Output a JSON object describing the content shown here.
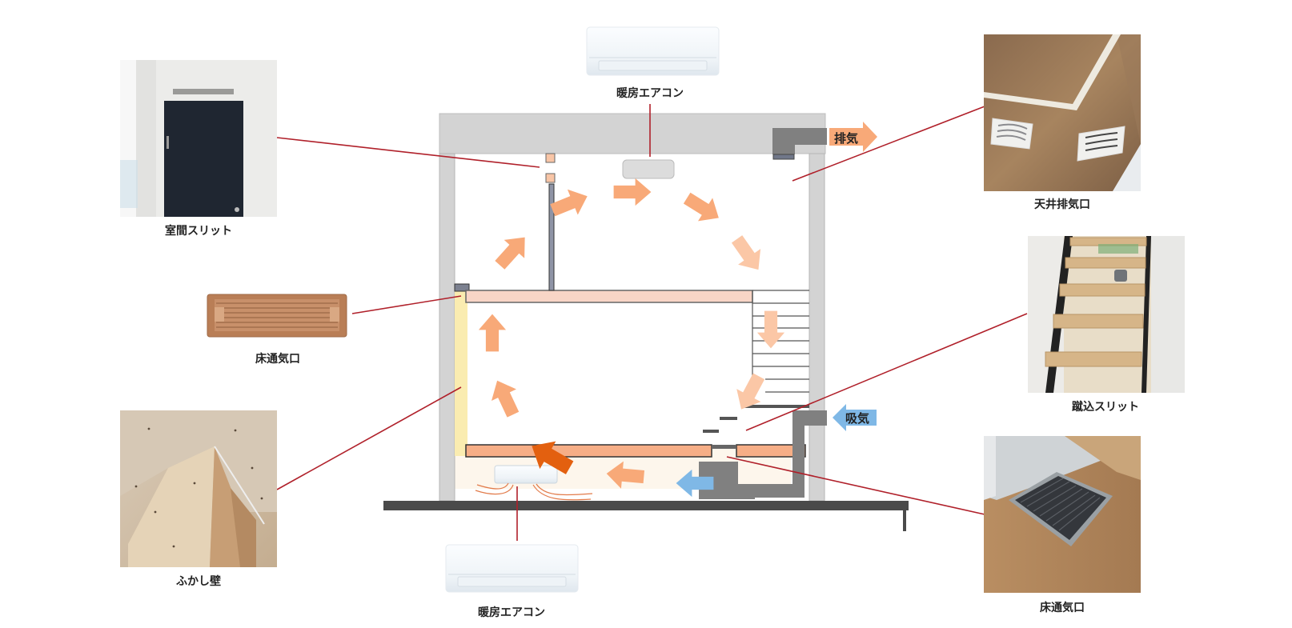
{
  "diagram": {
    "title": "2F-1F air circulation cross-section",
    "colors": {
      "structure_gray": "#d3d3d3",
      "duct_gray": "#808080",
      "leader_line": "#b0202a",
      "warm_arrow": "#f8a978",
      "warm_arrow_light": "#fbc7a6",
      "strong_arrow": "#e3600f",
      "intake_arrow": "#7fb8e6",
      "floor_panel": "#f6ae86",
      "upper_floor_panel": "#f8d5c6",
      "insulation": "#faecb0",
      "ground": "#4a4a4a"
    },
    "labels": {
      "exhaust": "排気",
      "intake": "吸気"
    },
    "callouts": [
      {
        "id": "top-heating-ac",
        "label": "暖房エアコン",
        "photo": "wall-mounted air conditioner"
      },
      {
        "id": "room-slit",
        "label": "室間スリット",
        "photo": "dark door with slit vent above"
      },
      {
        "id": "floor-vent-upper",
        "label": "床通気口",
        "photo": "brown rectangular floor register"
      },
      {
        "id": "furring-wall",
        "label": "ふかし壁",
        "photo": "plasterboard furring wall"
      },
      {
        "id": "ceiling-exhaust",
        "label": "天井排気口",
        "photo": "wood ceiling with square exhaust grilles"
      },
      {
        "id": "riser-slit",
        "label": "蹴込スリット",
        "photo": "open-riser wooden staircase"
      },
      {
        "id": "floor-vent-lower",
        "label": "床通気口",
        "photo": "black floor grille in wood floor"
      },
      {
        "id": "bottom-heating-ac",
        "label": "暖房エアコン",
        "photo": "underfloor air conditioner"
      }
    ]
  }
}
